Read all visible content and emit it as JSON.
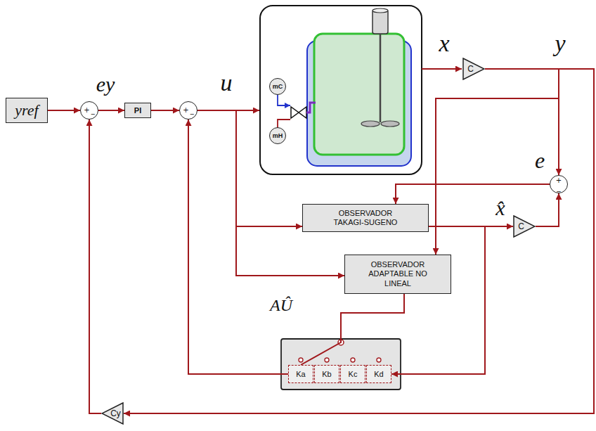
{
  "diagram": {
    "nodes": [
      {
        "text": [
          "yref"
        ]
      },
      {
        "text": [
          "+",
          "_"
        ]
      },
      {
        "text": [
          "PI"
        ]
      },
      {
        "text": [
          "+",
          "_"
        ]
      },
      {
        "text": [
          "mC"
        ]
      },
      {
        "text": [
          "mH"
        ]
      },
      {
        "text": [
          "C"
        ]
      },
      {
        "text": [
          "+",
          "_"
        ]
      },
      {
        "text": [
          "OBSERVADOR TAKAGI-SUGENO"
        ]
      },
      {
        "text": [
          "C"
        ]
      },
      {
        "text": [
          "OBSERVADOR ADAPTABLE NO LINEAL"
        ]
      },
      {
        "text": [
          "Ka"
        ]
      },
      {
        "text": [
          "Kb"
        ]
      },
      {
        "text": [
          "Kc"
        ]
      },
      {
        "text": [
          "Kd"
        ]
      },
      {
        "text": [
          "Cy"
        ]
      }
    ],
    "edges": [
      {
        "from": 0,
        "to": 1,
        "arrow": "to"
      },
      {
        "from": 1,
        "to": 2,
        "arrow": "to"
      },
      {
        "from": 2,
        "to": 3,
        "arrow": "to"
      },
      {
        "from": 6,
        "to": 15,
        "arrow": "to"
      },
      {
        "from": 6,
        "to": 7,
        "arrow": "to"
      },
      {
        "from": 6,
        "to": 10,
        "arrow": "to"
      },
      {
        "from": 15,
        "to": 1,
        "arrow": "to"
      },
      {
        "from": 7,
        "to": 8,
        "arrow": "to"
      },
      {
        "from": 8,
        "to": 9,
        "arrow": "to"
      },
      {
        "from": 9,
        "to": 7,
        "arrow": "to"
      },
      {
        "from": 8,
        "to": 14,
        "arrow": "to"
      },
      {
        "from": 3,
        "to": 8,
        "arrow": "to"
      },
      {
        "from": 3,
        "to": 10,
        "arrow": "to"
      },
      {
        "from": 10,
        "to": 11,
        "arrow": "none"
      },
      {
        "from": 11,
        "to": 3,
        "arrow": "to"
      }
    ],
    "labels": [
      "ey",
      "u",
      "x",
      "y",
      "e",
      "x̂",
      "AÛ"
    ]
  }
}
